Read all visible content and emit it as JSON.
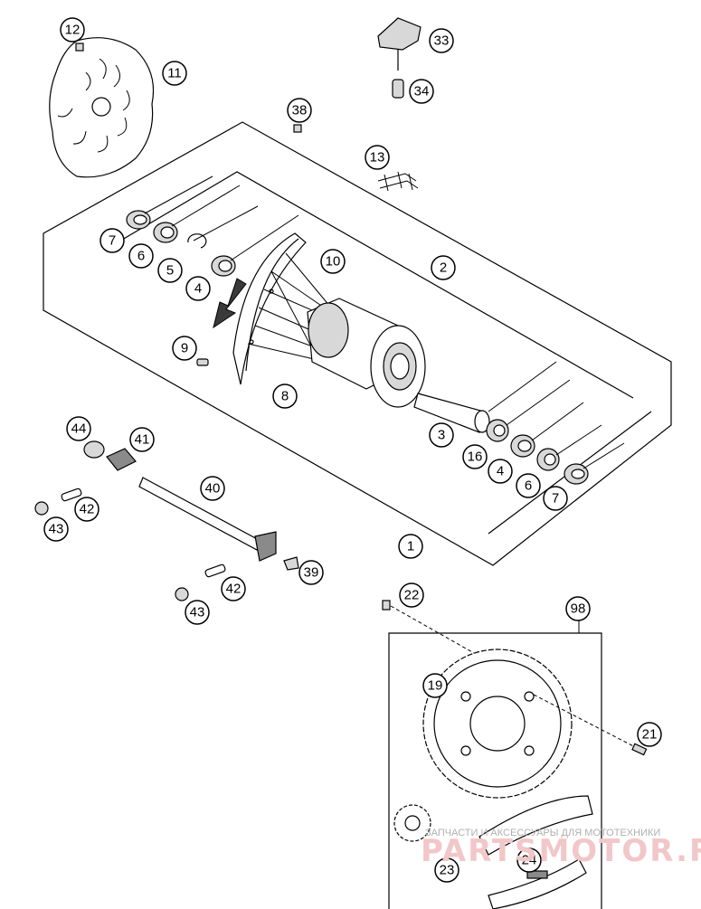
{
  "callouts": {
    "c1": "1",
    "c2": "2",
    "c3": "3",
    "c4a": "4",
    "c4b": "4",
    "c5": "5",
    "c6a": "6",
    "c6b": "6",
    "c7a": "7",
    "c7b": "7",
    "c8": "8",
    "c9": "9",
    "c10": "10",
    "c11": "11",
    "c12": "12",
    "c13": "13",
    "c16": "16",
    "c19": "19",
    "c21": "21",
    "c22": "22",
    "c23": "23",
    "c24": "24",
    "c33": "33",
    "c34": "34",
    "c38": "38",
    "c39": "39",
    "c40": "40",
    "c41": "41",
    "c42a": "42",
    "c42b": "42",
    "c43a": "43",
    "c43b": "43",
    "c44": "44",
    "c98": "98"
  },
  "watermark": {
    "small": "ЗАПЧАСТИ И АКСЕССУАРЫ ДЛЯ МОТОТЕХНИКИ",
    "big": "PARTSMOTOR.RU"
  },
  "colors": {
    "line": "#000000",
    "watermark_text": "#b0b0b0",
    "watermark_logo": "#f2c7c9",
    "arrow": "#3a3a3a"
  }
}
